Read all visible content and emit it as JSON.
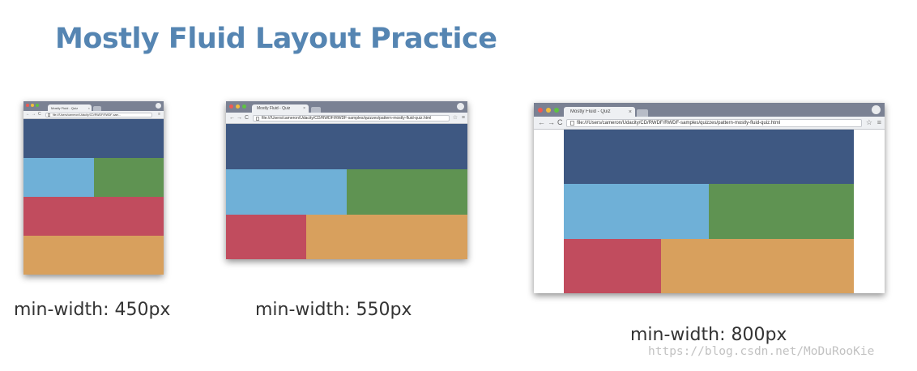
{
  "title": "Mostly Fluid Layout Practice",
  "browser_tab_title": "Mostly Fluid - Quiz",
  "browsers": [
    {
      "url": "file:///Users/cameron/Udacity/CD/RWDF/RWDF-sam...",
      "caption": "min-width: 450px"
    },
    {
      "url": "file:///Users/cameron/Udacity/CD/RWDF/RWDF-samples/quizzes/pattern-mostly-fluid-quiz.html",
      "caption": "min-width: 550px"
    },
    {
      "url": "file:///Users/cameron/Udacity/CD/RWDF/RWDF-samples/quizzes/pattern-mostly-fluid-quiz.html",
      "caption": "min-width: 800px"
    }
  ],
  "colors": {
    "title": "#5585b2",
    "block_navy": "#3e5882",
    "block_light_blue": "#6fb0d7",
    "block_green": "#5f9352",
    "block_red": "#c14c5e",
    "block_orange": "#d8a05d"
  },
  "icons": {
    "back": "←",
    "forward": "→",
    "reload": "C",
    "tab_close": "×",
    "bookmark": "☆",
    "menu": "≡"
  },
  "watermark": "https://blog.csdn.net/MoDuRooKie"
}
